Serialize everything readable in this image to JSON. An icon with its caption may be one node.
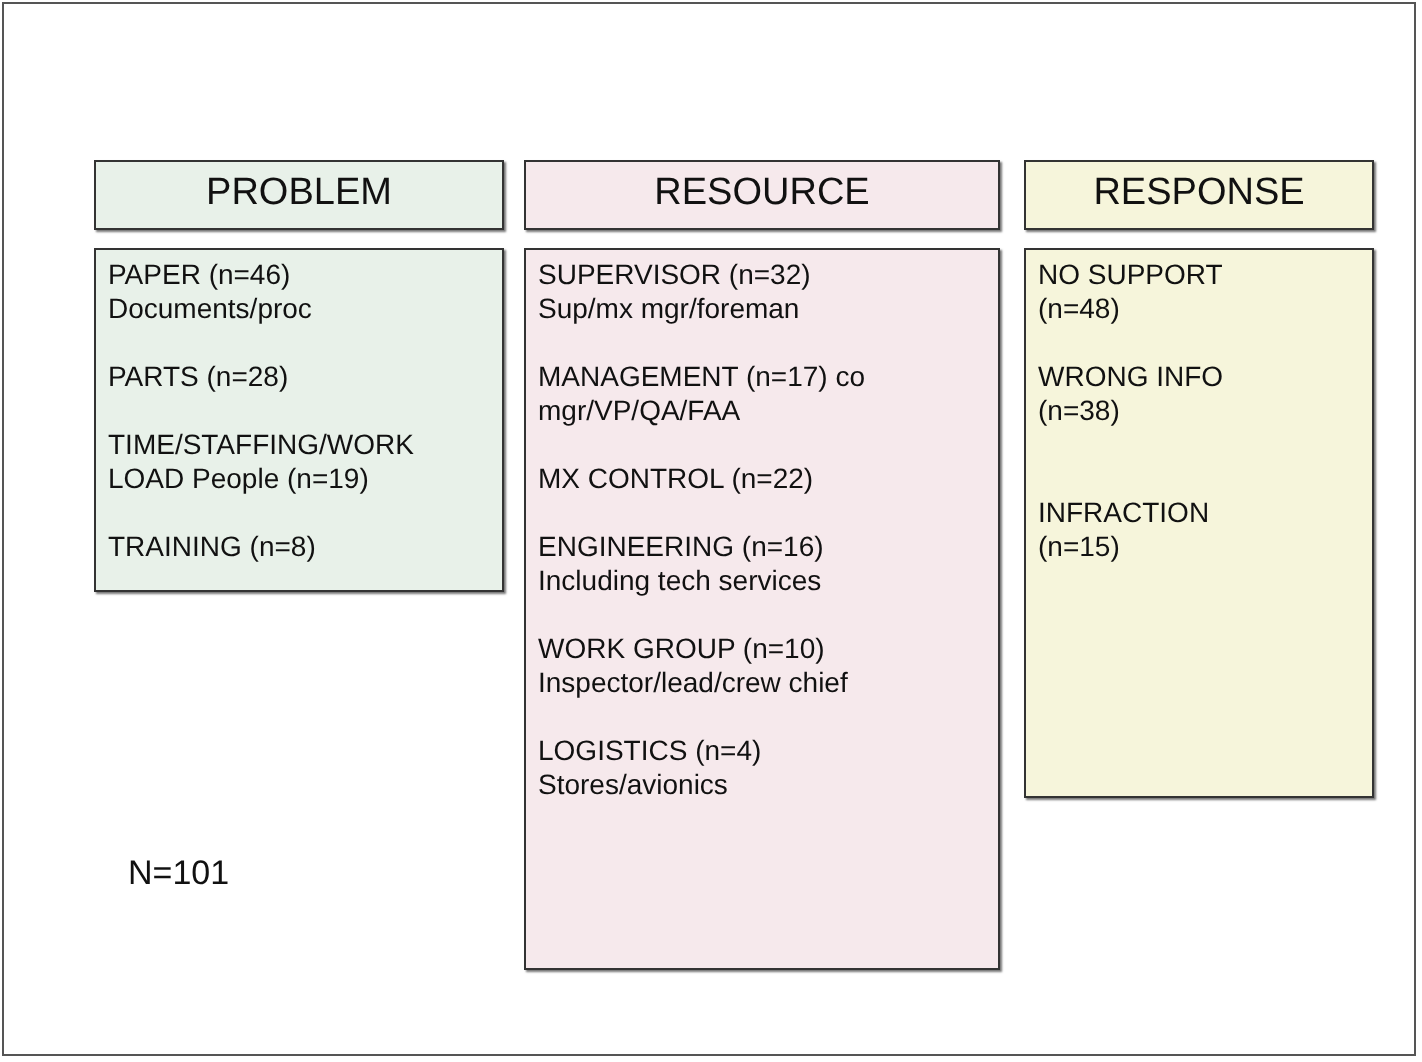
{
  "diagram": {
    "nodes": [
      {
        "text": [
          "PROBLEM"
        ]
      },
      {
        "text": [
          "RESOURCE"
        ]
      },
      {
        "text": [
          "RESPONSE"
        ]
      },
      {
        "text": [
          "PAPER (n=46) Documents/proc",
          "PARTS (n=28)",
          "TIME/STAFFING/WORK LOAD People (n=19)",
          "TRAINING (n=8)"
        ]
      },
      {
        "text": [
          "SUPERVISOR (n=32) Sup/mx mgr/foreman",
          "MANAGEMENT (n=17) co mgr/VP/QA/FAA",
          "MX CONTROL (n=22)",
          "ENGINEERING (n=16) Including tech services",
          "WORK GROUP (n=10) Inspector/lead/crew chief",
          "LOGISTICS  (n=4) Stores/avionics"
        ]
      },
      {
        "text": [
          "NO SUPPORT (n=48)",
          "WRONG INFO (n=38)",
          "INFRACTION (n=15)"
        ]
      }
    ],
    "labels": [
      "N=101"
    ]
  }
}
